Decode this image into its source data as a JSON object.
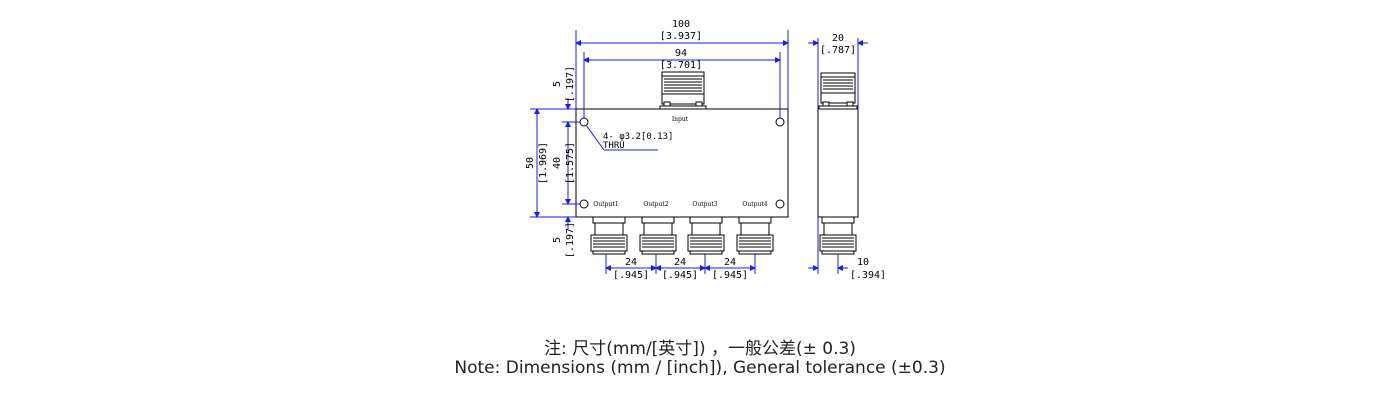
{
  "dimensions": {
    "overall_width": {
      "mm": "100",
      "in": "[3.937]"
    },
    "hole_spacing": {
      "mm": "94",
      "in": "[3.701]"
    },
    "thickness": {
      "mm": "20",
      "in": "[.787]"
    },
    "body_height": {
      "mm": "50",
      "in": "[1.969]"
    },
    "hole_vertical": {
      "mm": "40",
      "in": "[1.575]"
    },
    "top_margin": {
      "mm": "5",
      "in": "[.197]"
    },
    "bottom_margin": {
      "mm": "5",
      "in": "[.197]"
    },
    "output_pitch": [
      {
        "mm": "24",
        "in": "[.945]"
      },
      {
        "mm": "24",
        "in": "[.945]"
      },
      {
        "mm": "24",
        "in": "[.945]"
      }
    ],
    "side_offset": {
      "mm": "10",
      "in": "[.394]"
    }
  },
  "callout": {
    "line1": "4- φ3.2[0.13]",
    "line2": "THRU"
  },
  "port_labels": {
    "input": "Input",
    "outputs": [
      "Output1",
      "Output2",
      "Output3",
      "Output4"
    ]
  },
  "notes": {
    "chinese": "注: 尺寸(mm/[英寸])  ，一般公差(± 0.3)",
    "english": "Note: Dimensions (mm / [inch]), General tolerance (±0.3)"
  },
  "colors": {
    "dimension_lines": "#1a1aff",
    "outline": "#000000"
  }
}
